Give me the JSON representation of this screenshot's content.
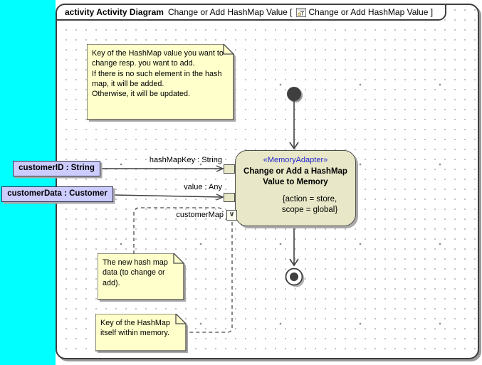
{
  "frame": {
    "keyword": "activity Activity Diagram",
    "name_part": "Change or Add HashMap Value [",
    "ref_part": "Change or Add HashMap Value ]"
  },
  "notes": {
    "key_note": "Key of the HashMap value you want to change resp. you want to add.\nIf there is no such element in the hash map, it will be added.\nOtherwise, it will be updated.",
    "data_note": "The new hash map data (to change or add).",
    "memory_key_note": "Key of the HashMap itself within memory."
  },
  "action": {
    "stereotype": "«MemoryAdapter»",
    "name": "Change or Add a HashMap\nValue to Memory",
    "constraint": "{action = store,\nscope = global}"
  },
  "objects": {
    "customer_id": "customerID : String",
    "customer_data": "customerData : Customer"
  },
  "pins": {
    "hash_map_key": "hashMapKey : String",
    "value": "value : Any",
    "customer_map": "customerMap",
    "customer_map_glyph": "∨"
  },
  "colors": {
    "desktop": "#00FFFF",
    "note_fill": "#FFFFCC",
    "action_fill": "#E8E8C8",
    "object_fill": "#CCCCFF",
    "stereotype_text": "#2424CC",
    "line": "#3f3f3f"
  }
}
